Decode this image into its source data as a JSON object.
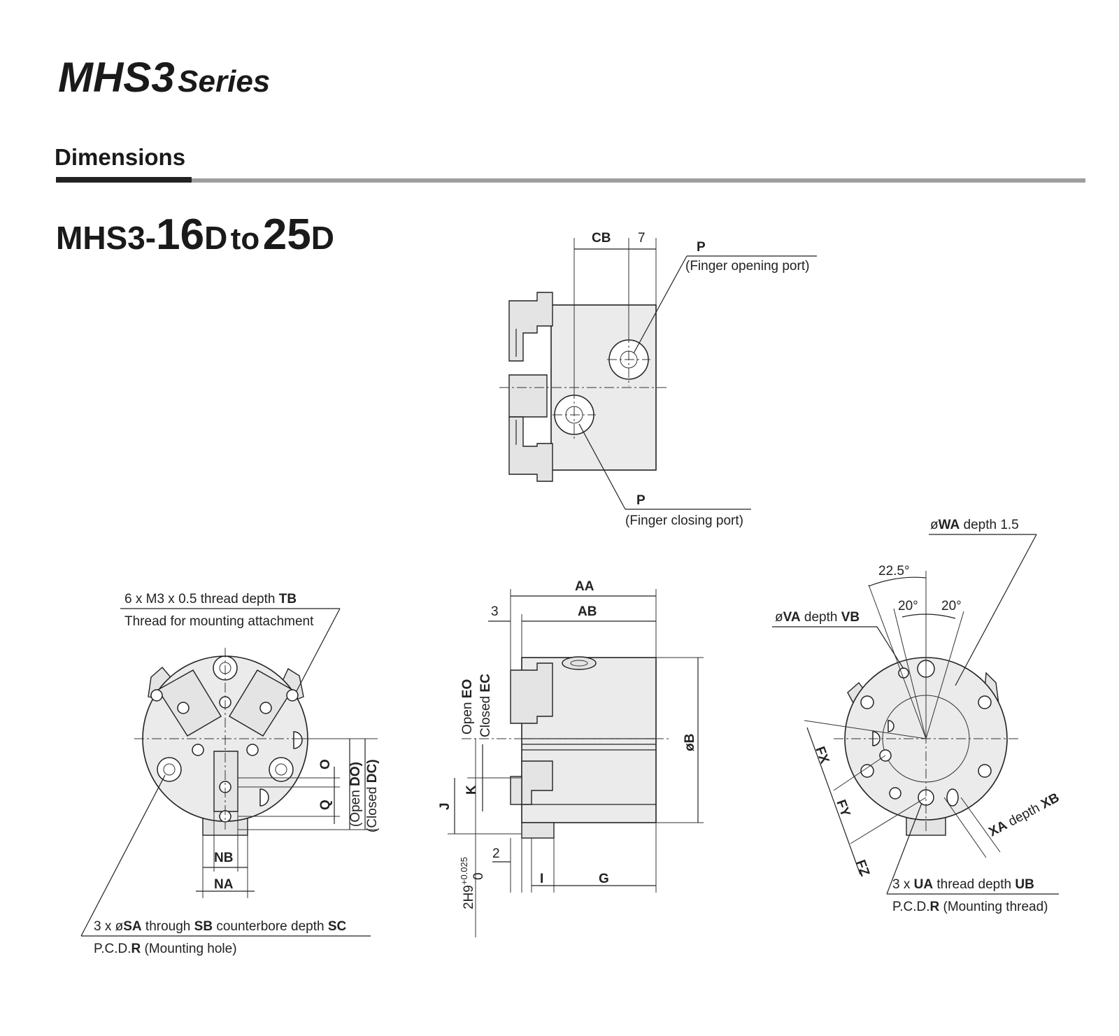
{
  "header": {
    "series_main": "MHS3",
    "series_suffix": "Series",
    "section": "Dimensions",
    "model_prefix": "MHS3-",
    "model_from": "16",
    "model_from_suffix": "D",
    "model_to_word": "to",
    "model_to": "25",
    "model_to_suffix": "D"
  },
  "side_view": {
    "cb": "CB",
    "seven": "7",
    "port_open_code": "P",
    "port_open_desc": "(Finger opening port)",
    "port_close_code": "P",
    "port_close_desc": "(Finger closing port)"
  },
  "front_view": {
    "thread_line1_text": "6 x M3 x 0.5 thread depth",
    "thread_line1_code": "TB",
    "thread_line2": "Thread for mounting attachment",
    "o": "O",
    "q": "Q",
    "do_text": "(Open",
    "do_code": "DO)",
    "dc_text": "(Closed",
    "dc_code": "DC)",
    "nb": "NB",
    "na": "NA",
    "hole_prefix": "3 x ø",
    "hole_sa": "SA",
    "hole_mid": "through",
    "hole_sb": "SB",
    "hole_cb_text": "counterbore depth",
    "hole_sc": "SC",
    "pcd_prefix": "P.C.D.",
    "pcd_r": "R",
    "pcd_desc": "(Mounting hole)"
  },
  "mid_view": {
    "aa": "AA",
    "ab": "AB",
    "three": "3",
    "open_text": "Open",
    "eo": "EO",
    "closed_text": "Closed",
    "ec": "EC",
    "b": "øB",
    "k": "K",
    "j": "J",
    "two": "2",
    "fit": "2H9",
    "fit_upper": "+0.025",
    "fit_lower": "0",
    "i": "I",
    "g": "G"
  },
  "rear_view": {
    "wa_prefix": "ø",
    "wa_code": "WA",
    "wa_desc": "depth 1.5",
    "angle_a": "22.5°",
    "angle_b": "20°",
    "angle_c": "20°",
    "va_prefix": "ø",
    "va_code": "VA",
    "va_text": "depth",
    "va_depth": "VB",
    "fx": "FX",
    "fy": "FY",
    "fz": "FZ",
    "xa": "XA",
    "xa_text": "depth",
    "xb": "XB",
    "ua_prefix": "3 x",
    "ua_code": "UA",
    "ua_text": "thread depth",
    "ub": "UB",
    "pcd_prefix": "P.C.D.",
    "pcd_r": "R",
    "pcd_desc": "(Mounting thread)"
  }
}
